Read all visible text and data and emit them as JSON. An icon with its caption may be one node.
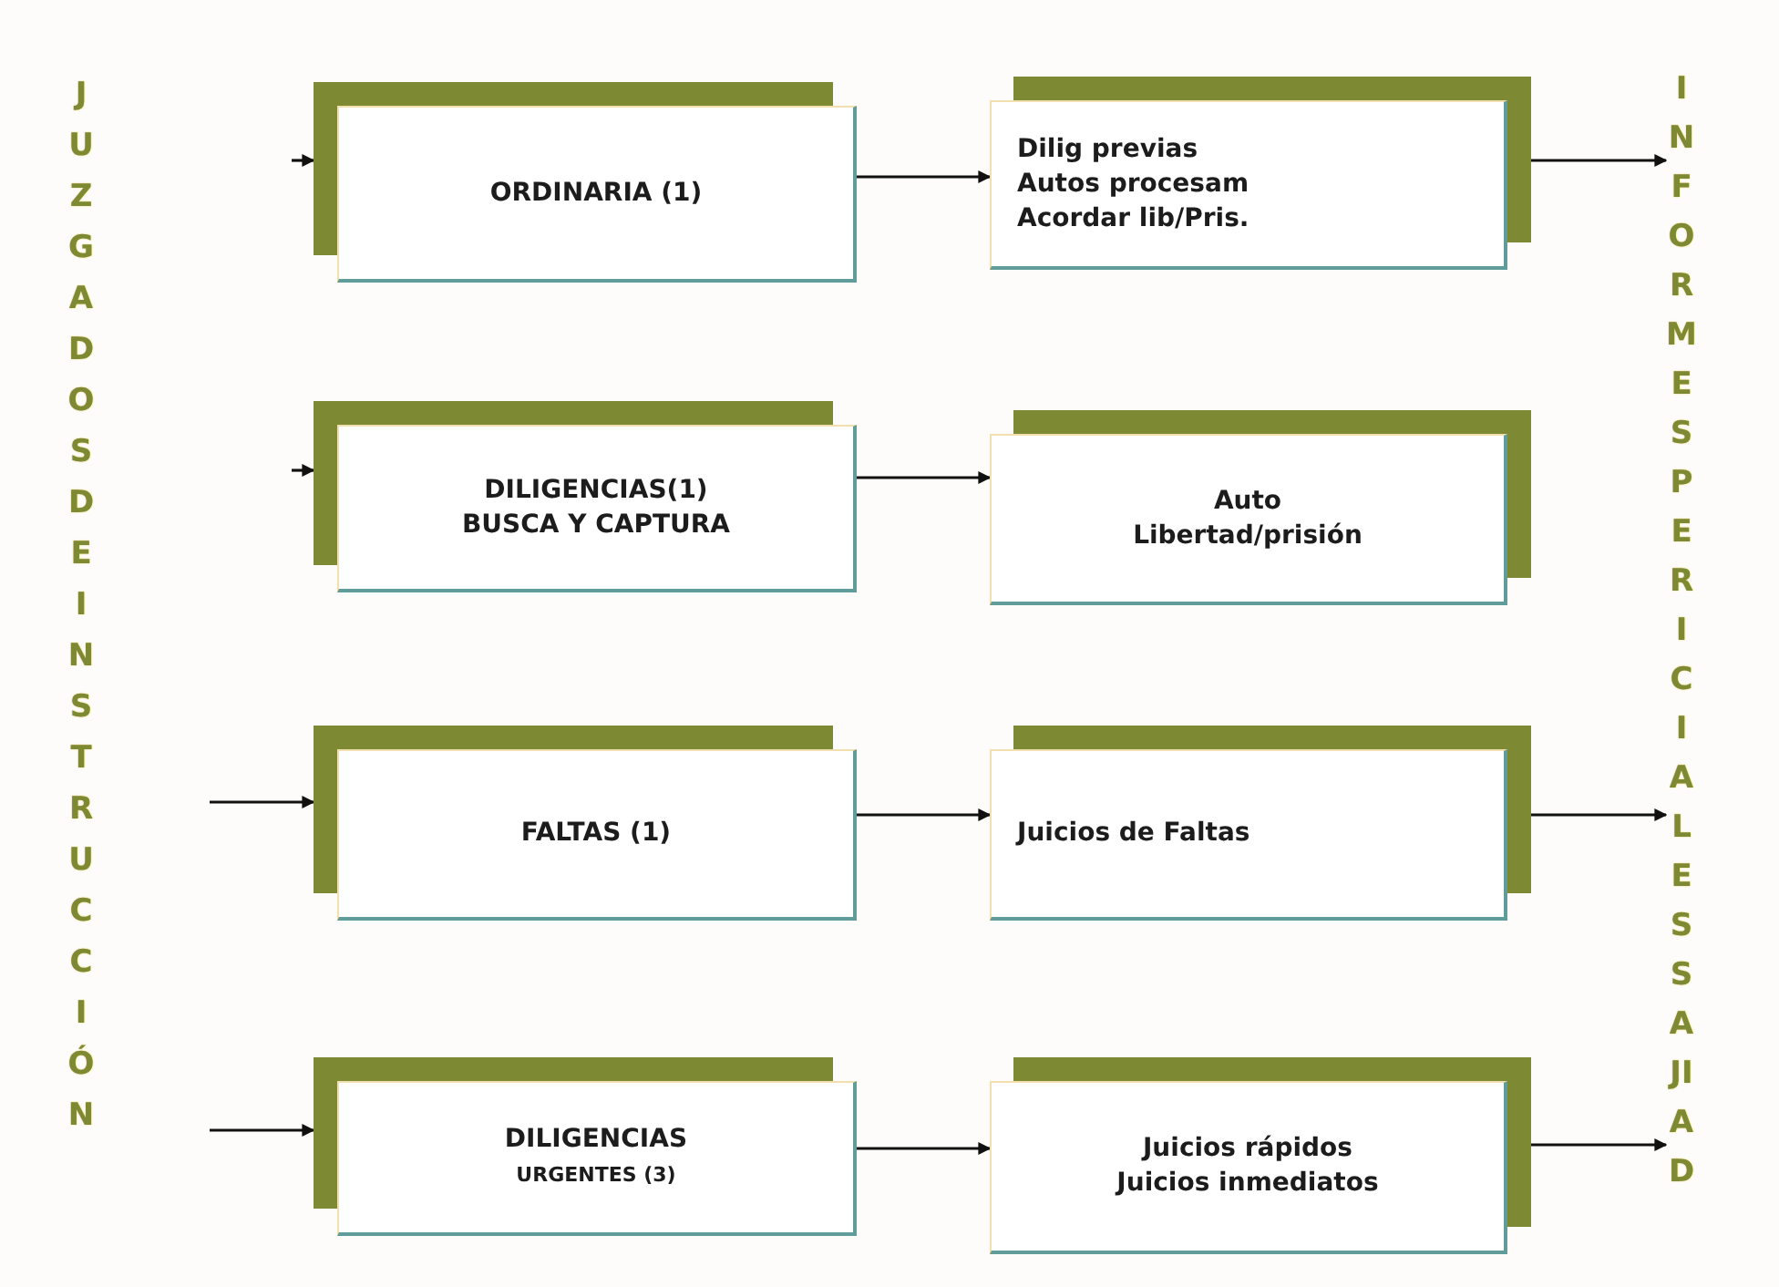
{
  "diagram": {
    "nodes": [
      {
        "text": [
          "JUZGADOS DE INSTRUCCIÓN"
        ]
      },
      {
        "text": [
          "ORDINARIA (1)"
        ]
      },
      {
        "text": [
          "Dilig previas",
          "Autos procesam",
          "Acordar lib/Pris."
        ]
      },
      {
        "text": [
          "DILIGENCIAS(1)",
          "BUSCA Y CAPTURA"
        ]
      },
      {
        "text": [
          "Auto",
          "Libertad/prisión"
        ]
      },
      {
        "text": [
          "FALTAS (1)"
        ]
      },
      {
        "text": [
          "Juicios de Faltas"
        ]
      },
      {
        "text": [
          "DILIGENCIAS",
          "URGENTES (3)"
        ]
      },
      {
        "text": [
          "Juicios rápidos",
          "Juicios inmediatos"
        ]
      },
      {
        "text": [
          "INFORMES PERICIALES SAJIAD"
        ]
      }
    ],
    "edges": [
      {
        "from": null,
        "to": 1,
        "arrow": "to"
      },
      {
        "from": 1,
        "to": 2,
        "arrow": "to"
      },
      {
        "from": 2,
        "to": 9,
        "arrow": "to"
      },
      {
        "from": null,
        "to": 3,
        "arrow": "to"
      },
      {
        "from": 3,
        "to": 4,
        "arrow": "to"
      },
      {
        "from": null,
        "to": 5,
        "arrow": "to"
      },
      {
        "from": 5,
        "to": 6,
        "arrow": "to"
      },
      {
        "from": 6,
        "to": 9,
        "arrow": "to"
      },
      {
        "from": null,
        "to": 7,
        "arrow": "to"
      },
      {
        "from": 7,
        "to": 8,
        "arrow": "to"
      },
      {
        "from": 8,
        "to": 9,
        "arrow": "to"
      }
    ]
  }
}
